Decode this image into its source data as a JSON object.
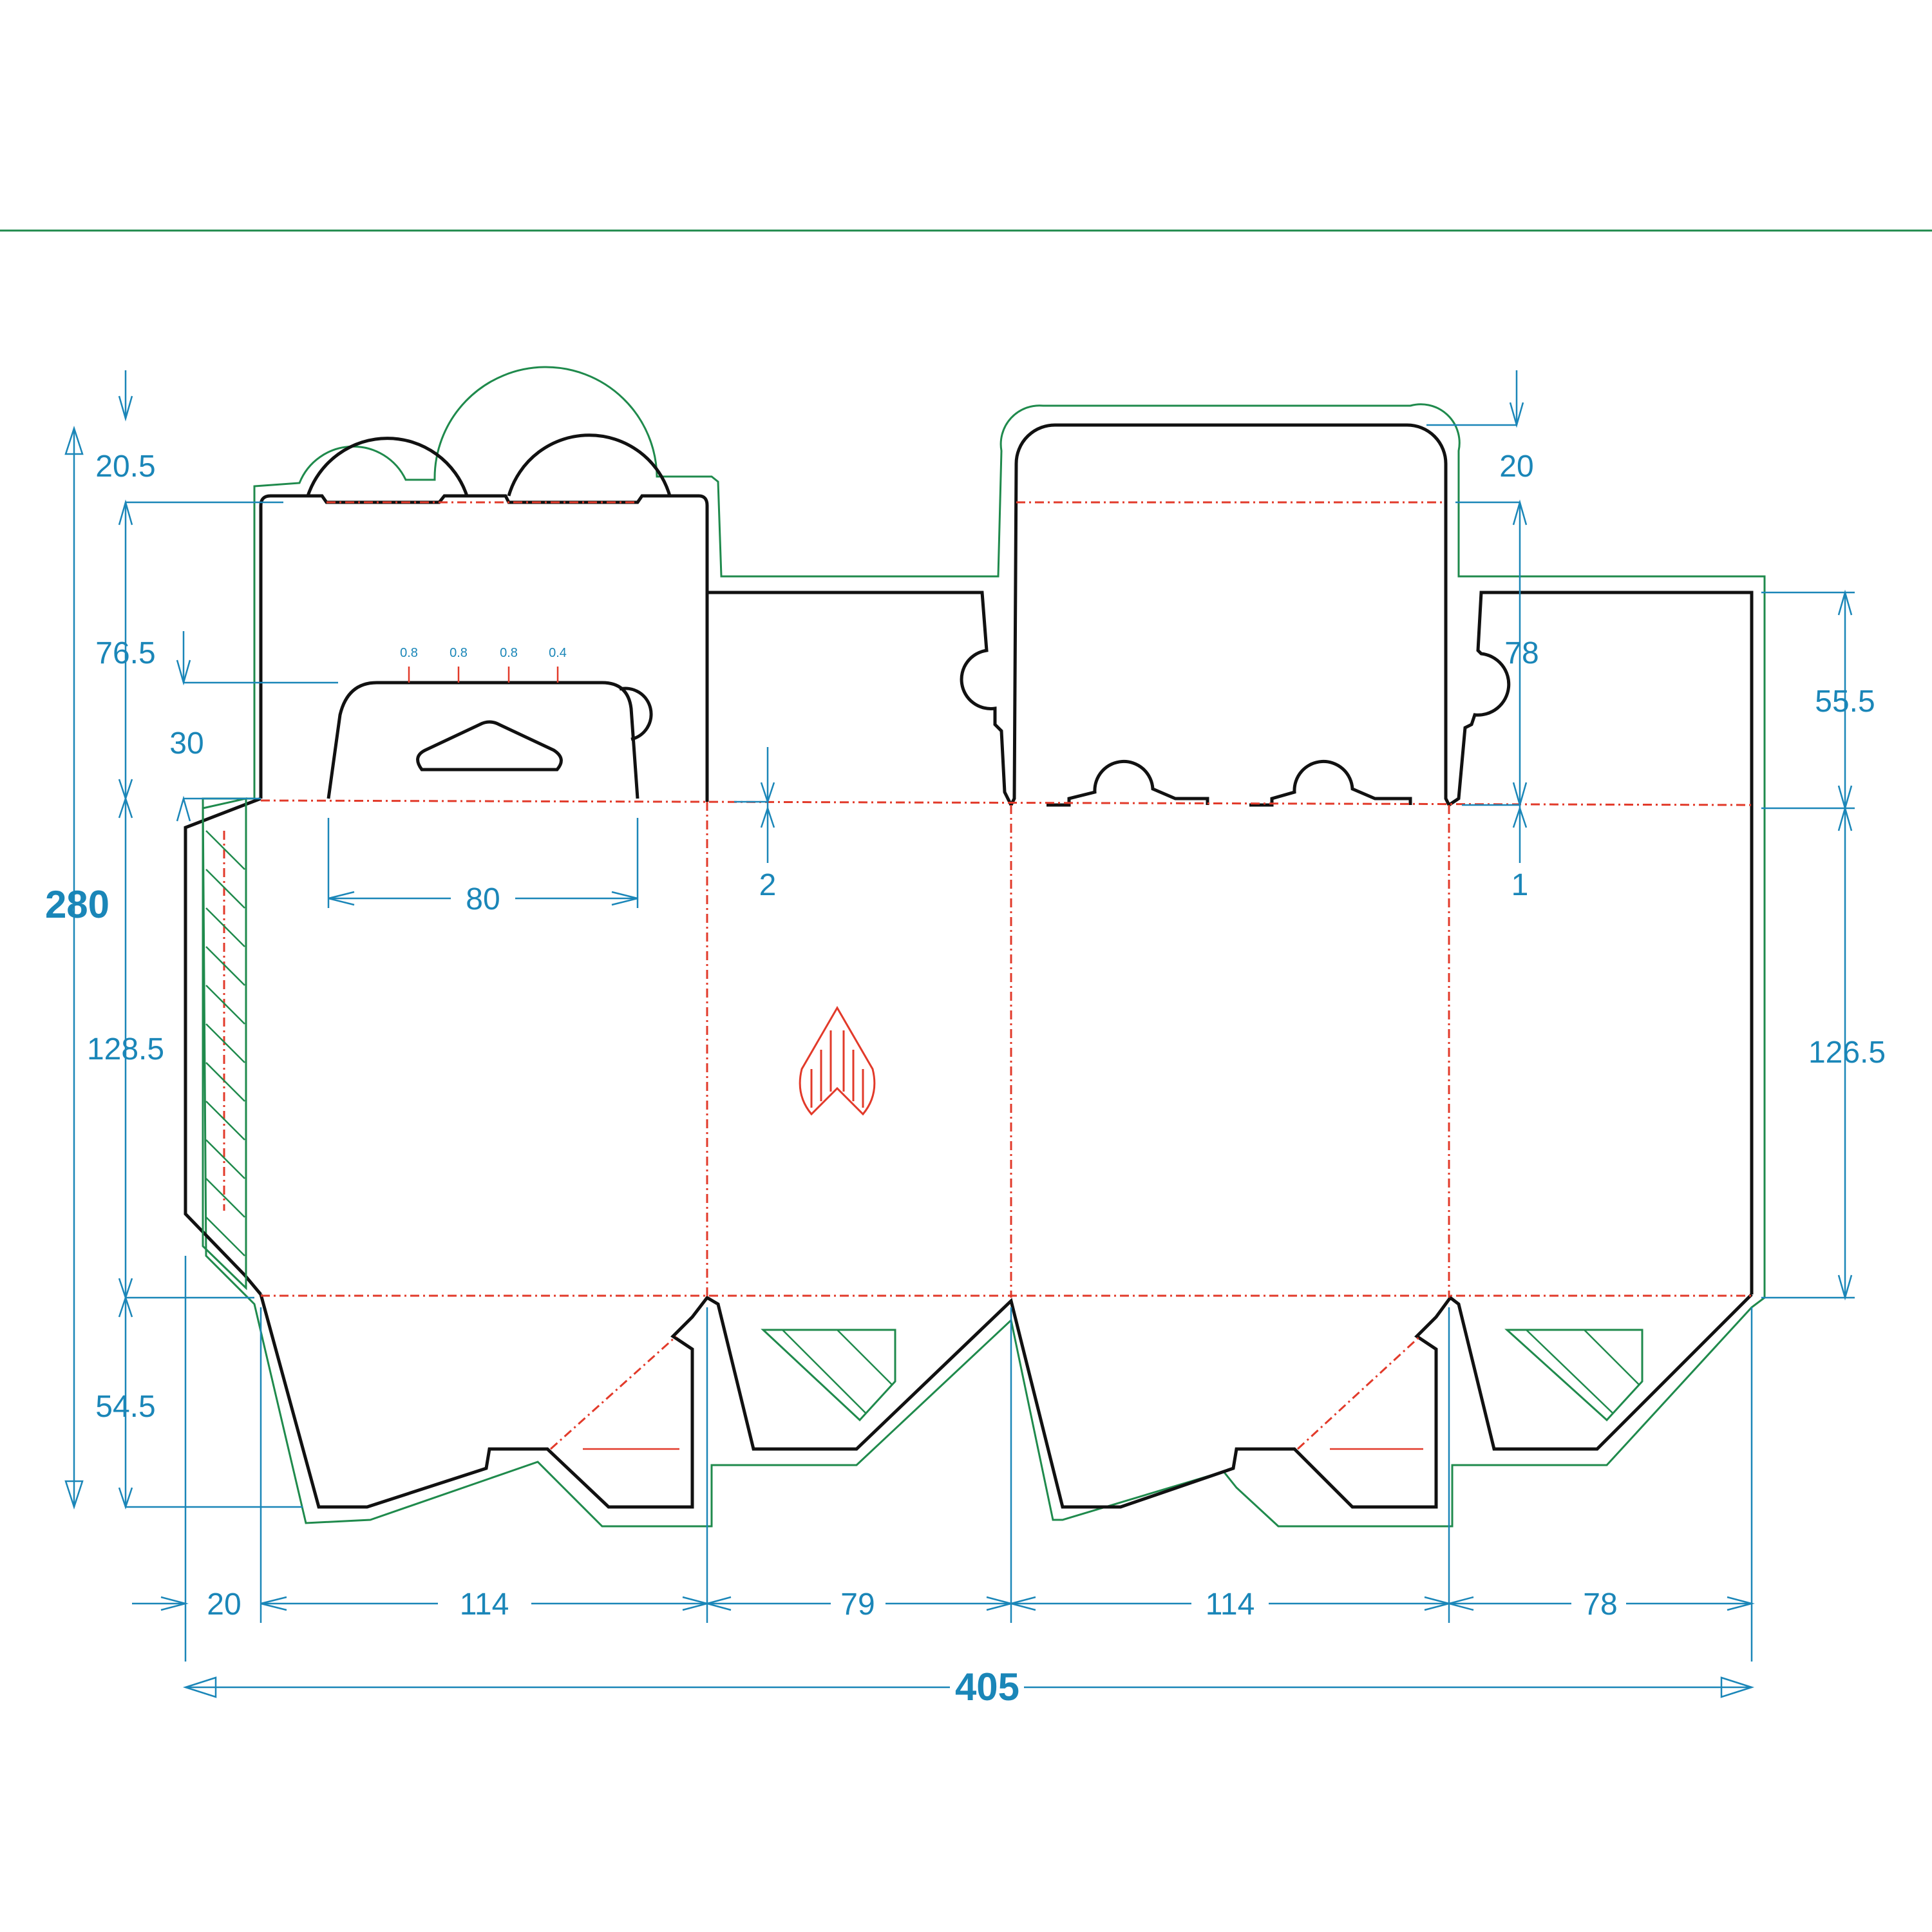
{
  "diagram": {
    "overall_width": "405",
    "overall_height": "280",
    "panel_widths": [
      "20",
      "114",
      "79",
      "114",
      "78"
    ],
    "left_heights": [
      "20.5",
      "76.5",
      "30",
      "128.5",
      "54.5"
    ],
    "right_heights": [
      "20",
      "78",
      "55.5",
      "126.5",
      "1"
    ],
    "hanger_width": "80",
    "gap_label": "2",
    "hole_offsets": [
      "0.8",
      "0.8",
      "0.8",
      "0.4"
    ]
  },
  "colors": {
    "cut": "#111111",
    "fold": "#e23a2a",
    "bleed": "#1f8a4c",
    "dimension": "#1a86b8"
  }
}
